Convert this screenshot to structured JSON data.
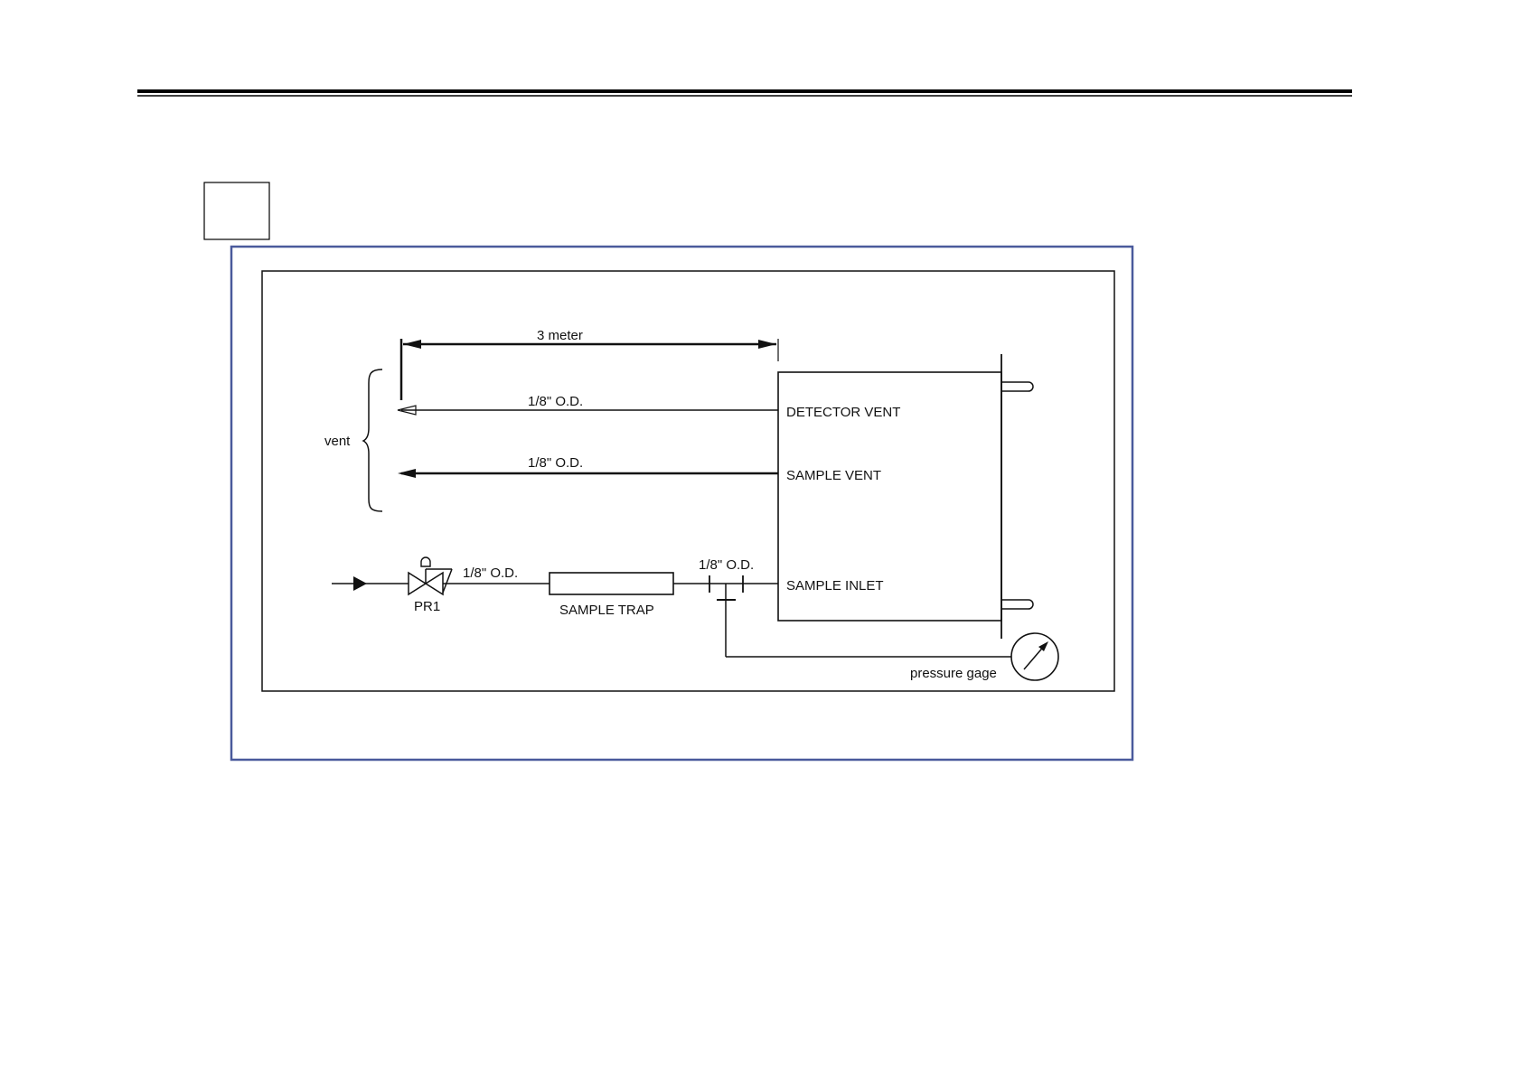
{
  "diagram": {
    "distance_label": "3 meter",
    "vent_label": "vent",
    "tube_label_detector": "1/8\" O.D.",
    "tube_label_sample_vent": "1/8\" O.D.",
    "tube_label_regulator_out": "1/8\" O.D.",
    "tube_label_inlet": "1/8\" O.D.",
    "port_detector_vent": "DETECTOR VENT",
    "port_sample_vent": "SAMPLE VENT",
    "port_sample_inlet": "SAMPLE INLET",
    "regulator_label": "PR1",
    "trap_label": "SAMPLE TRAP",
    "gauge_label": "pressure gage"
  },
  "colors": {
    "frame_border": "#4a5a9c",
    "line": "#111111"
  }
}
